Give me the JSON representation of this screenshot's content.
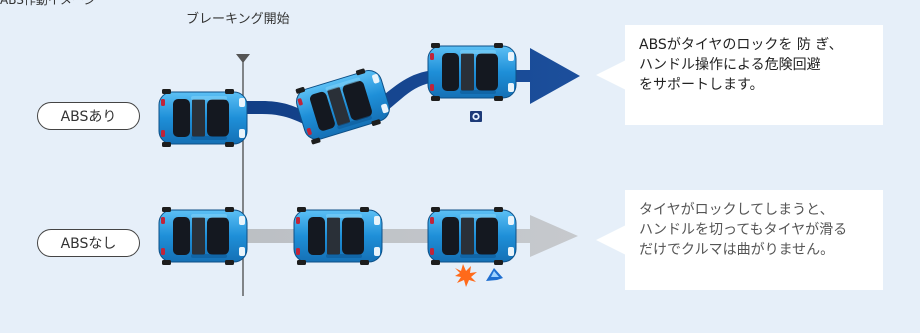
{
  "header": {
    "cut_title": "ABS作動イメージ",
    "braking_start": "ブレーキング開始"
  },
  "rows": [
    {
      "label": "ABSあり",
      "callout_lines": [
        "ABSがタイヤのロックを 防 ぎ、",
        "ハンドル操作による危険回避",
        "をサポートします。"
      ]
    },
    {
      "label": "ABSなし",
      "callout_lines": [
        "タイヤがロックしてしまうと、",
        "ハンドルを切ってもタイヤが滑る",
        "だけでクルマは曲がりません。"
      ]
    }
  ],
  "colors": {
    "background": "#e6eff9",
    "car_body": "#1e8fd8",
    "path_abs": "#123e86",
    "path_no_abs": "#bfc3c8",
    "skid_burst": "#ff6a1a"
  }
}
